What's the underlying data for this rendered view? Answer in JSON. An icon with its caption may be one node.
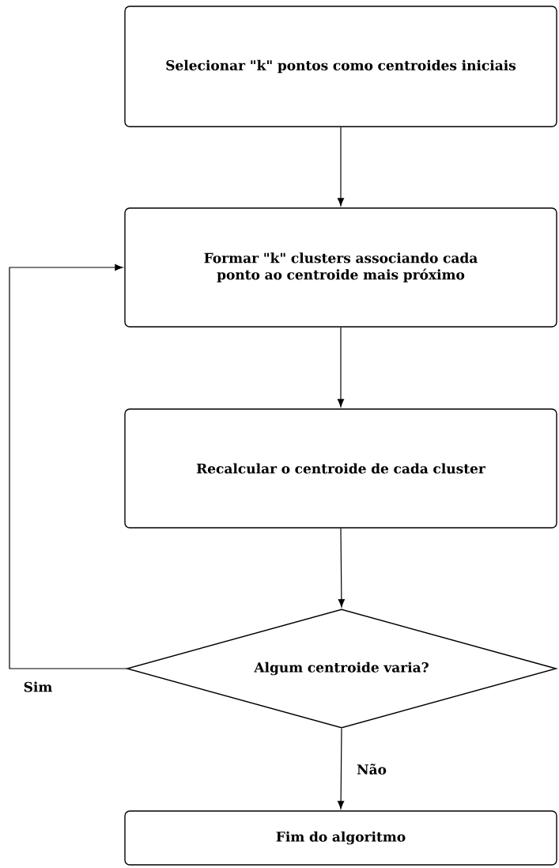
{
  "diagram": {
    "nodes": [
      {
        "text": [
          "Selecionar \"k\" pontos como centroides iniciais"
        ]
      },
      {
        "text": [
          "Formar \"k\" clusters associando cada ponto ao centroide mais próximo"
        ]
      },
      {
        "text": [
          "Recalcular o centroide de cada cluster"
        ]
      },
      {
        "text": [
          "Algum centroide varia?"
        ]
      },
      {
        "text": [
          "Fim do algoritmo"
        ]
      }
    ],
    "edges": [
      {
        "from": 0,
        "to": 1,
        "arrow": "to"
      },
      {
        "from": 1,
        "to": 2,
        "arrow": "to"
      },
      {
        "from": 2,
        "to": 3,
        "arrow": "to"
      },
      {
        "from": 3,
        "to": 1,
        "arrow": "to",
        "label": "Sim"
      },
      {
        "from": 3,
        "to": 4,
        "arrow": "to",
        "label": "Não"
      }
    ]
  }
}
